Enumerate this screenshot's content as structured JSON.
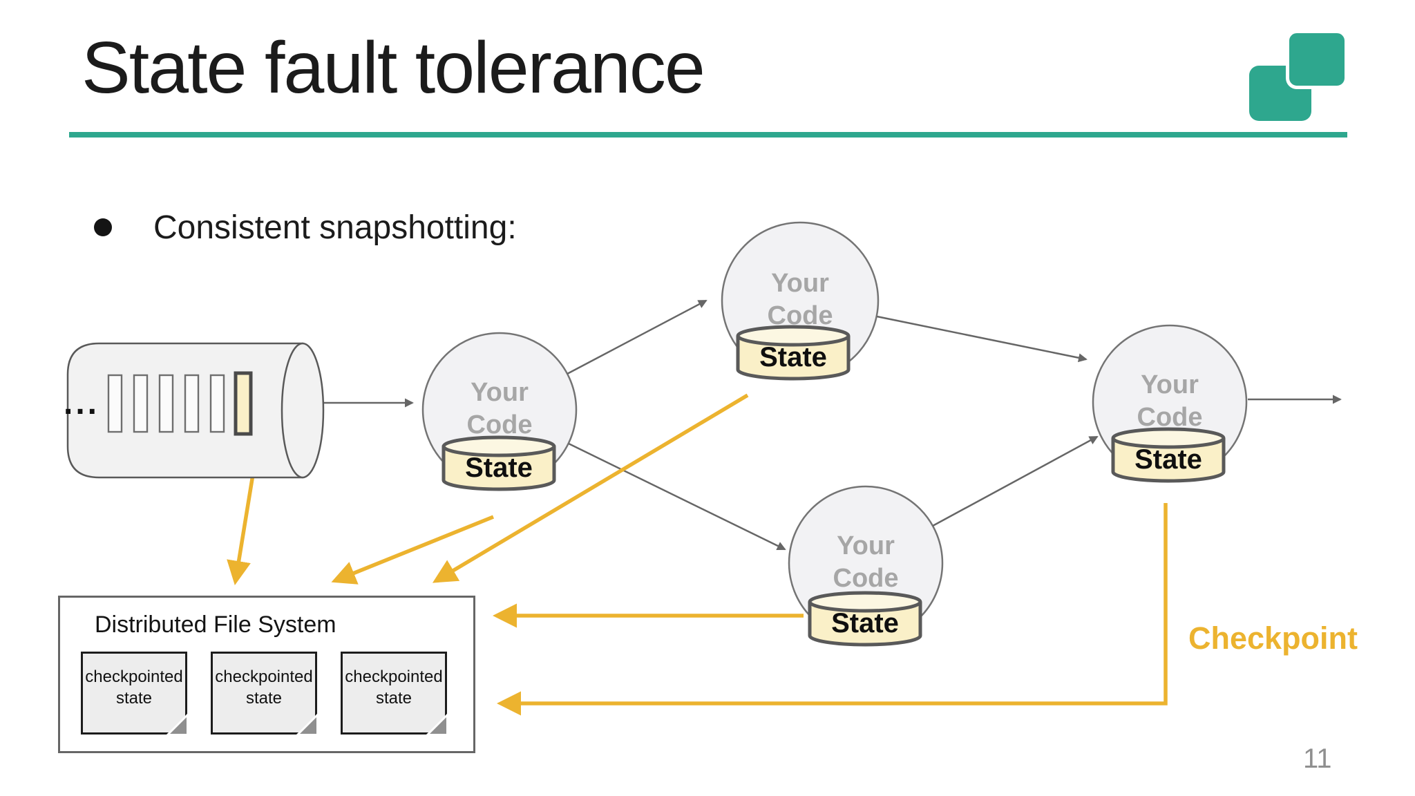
{
  "slide": {
    "title": "State fault tolerance",
    "bullet_text": "Consistent snapshotting:",
    "page_number": "11",
    "ellipsis": "..."
  },
  "checkpoint": {
    "label": "Checkpoint"
  },
  "nodes": [
    {
      "label_line1": "Your",
      "label_line2": "Code",
      "state_label": "State"
    },
    {
      "label_line1": "Your",
      "label_line2": "Code",
      "state_label": "State"
    },
    {
      "label_line1": "Your",
      "label_line2": "Code",
      "state_label": "State"
    },
    {
      "label_line1": "Your",
      "label_line2": "Code",
      "state_label": "State"
    }
  ],
  "dfs": {
    "title": "Distributed File System",
    "documents": [
      {
        "label": "checkpointed state"
      },
      {
        "label": "checkpointed state"
      },
      {
        "label": "checkpointed state"
      }
    ]
  },
  "colors": {
    "teal_accent": "#2ea78e",
    "gold_accent": "#ecb32f",
    "state_fill": "#faf0c8",
    "outline_gray": "#595959"
  }
}
